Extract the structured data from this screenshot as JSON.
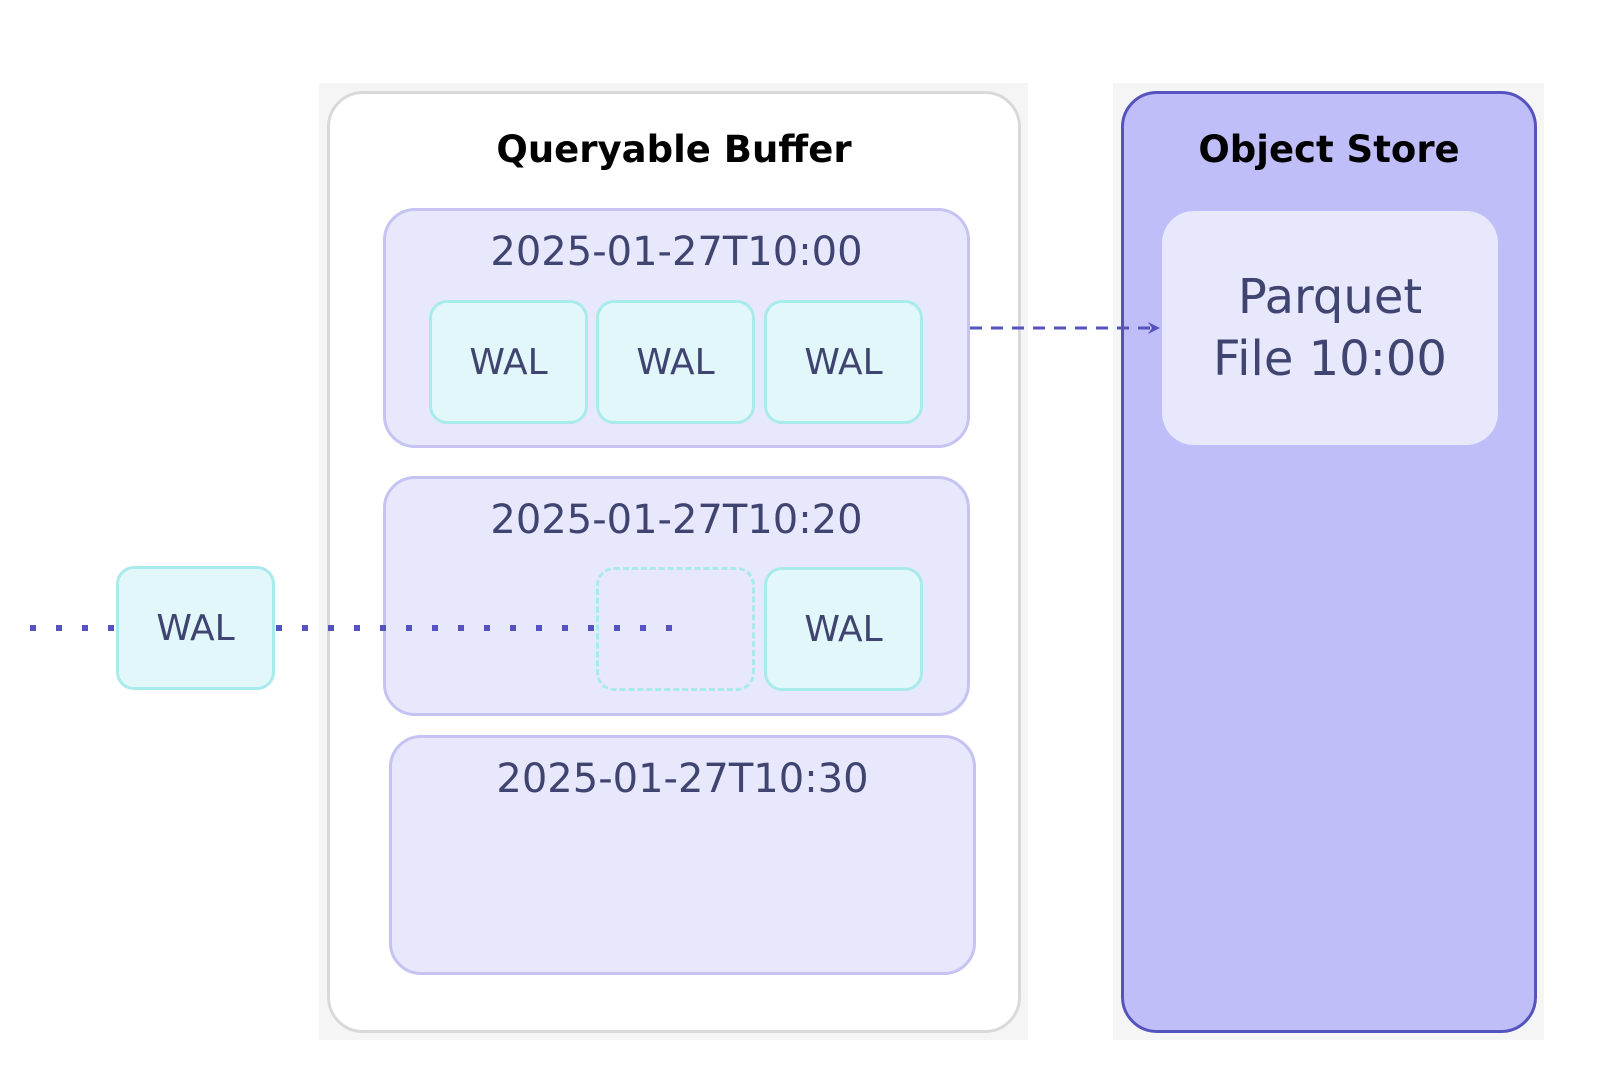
{
  "buffer": {
    "title": "Queryable Buffer",
    "buckets": [
      {
        "label": "2025-01-27T10:00",
        "wals": [
          "WAL",
          "WAL",
          "WAL"
        ]
      },
      {
        "label": "2025-01-27T10:20",
        "wals": [
          "WAL"
        ]
      },
      {
        "label": "2025-01-27T10:30",
        "wals": []
      }
    ]
  },
  "incoming_wal": {
    "label": "WAL"
  },
  "object_store": {
    "title": "Object Store",
    "file_line1": "Parquet",
    "file_line2": "File 10:00"
  },
  "colors": {
    "bucket_fill": "#e8e8fc",
    "wal_fill": "#e2f7f9",
    "store_fill": "#c0bef9",
    "arrow": "#5553bd",
    "text": "#3f4470"
  }
}
